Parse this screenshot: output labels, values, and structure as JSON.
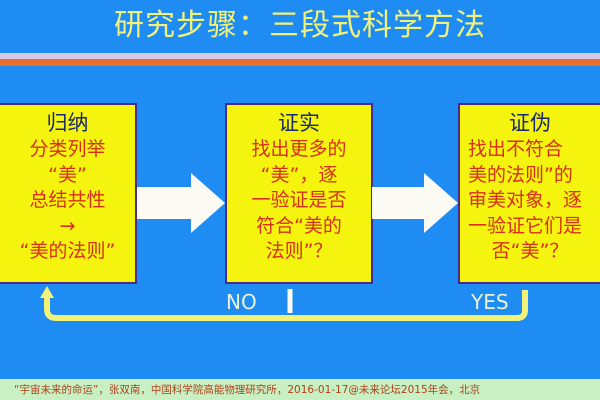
{
  "title": "研究步骤：三段式科学方法",
  "colors": {
    "background": "#1e8cf2",
    "title_text": "#f2f27a",
    "stripe_lavender": "#d6cbe6",
    "stripe_orange": "#e8702a",
    "box_fill": "#f4f40e",
    "box_border": "#4b2a8c",
    "box_title": "#1b2a6b",
    "box_text": "#d8301a",
    "arrow_fill": "#fbfbf4",
    "loop_line": "#f2f27a",
    "footer_bg": "#c9f0c2",
    "footer_text": "#b0401a"
  },
  "steps": [
    {
      "title": "归纳",
      "lines": [
        "分类列举",
        "“美”",
        "总结共性",
        "→",
        "“美的法则”"
      ]
    },
    {
      "title": "证实",
      "lines": [
        "找出更多的",
        "“美”，逐",
        "一验证是否",
        "符合“美的",
        "法则”？"
      ]
    },
    {
      "title": "证伪",
      "lines": [
        "找出不符合",
        "美的法则”的",
        "审美对象，逐",
        "一验证它们是",
        "否“美”？"
      ]
    }
  ],
  "feedback": {
    "no_label": "NO",
    "yes_label": "YES"
  },
  "footer": "“宇宙未来的命运”，张双南，中国科学院高能物理研究所，2016-01-17@未来论坛2015年会，北京"
}
